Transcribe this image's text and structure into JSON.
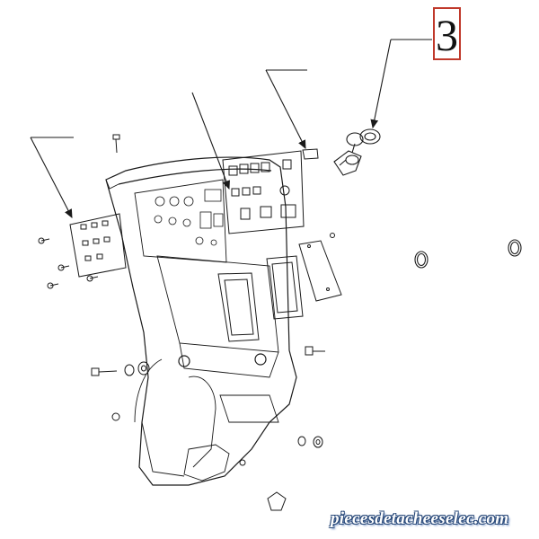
{
  "callouts": [
    {
      "id": "3",
      "text": "3"
    }
  ],
  "watermark": {
    "text": "piecesdetacheeselec.com"
  },
  "colors": {
    "line": "#1a1a1a",
    "callout_border": "#c0392b",
    "watermark_outline": "#2a4a7a"
  }
}
